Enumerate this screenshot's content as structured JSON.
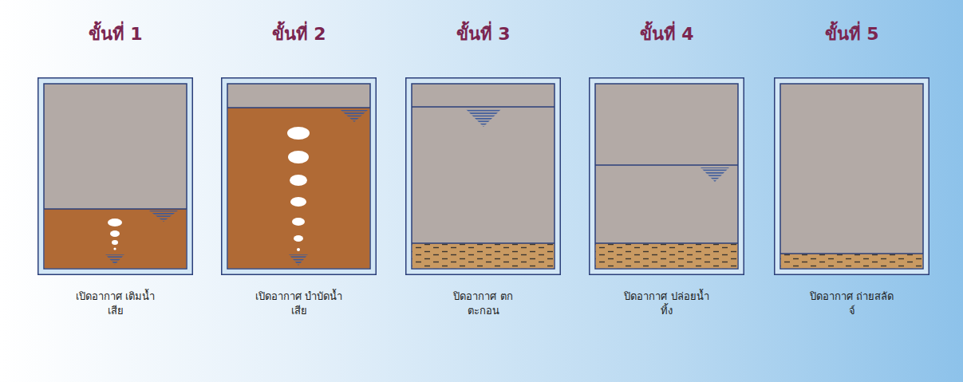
{
  "diagram": {
    "nodes": [
      {
        "text": [
          "ขั้นที่ 1",
          "เปิดอากาศ เติมน้ำเสีย"
        ]
      },
      {
        "text": [
          "ขั้นที่ 2",
          "เปิดอากาศ บำบัดน้ำเสีย"
        ]
      },
      {
        "text": [
          "ขั้นที่ 3",
          "ปิดอากาศ ตกตะกอน"
        ]
      },
      {
        "text": [
          "ขั้นที่ 4",
          "ปิดอากาศ ปล่อยน้ำทิ้ง"
        ]
      },
      {
        "text": [
          "ขั้นที่ 5",
          "ปิดอากาศ ถ่ายสลัดจ์"
        ]
      }
    ]
  }
}
